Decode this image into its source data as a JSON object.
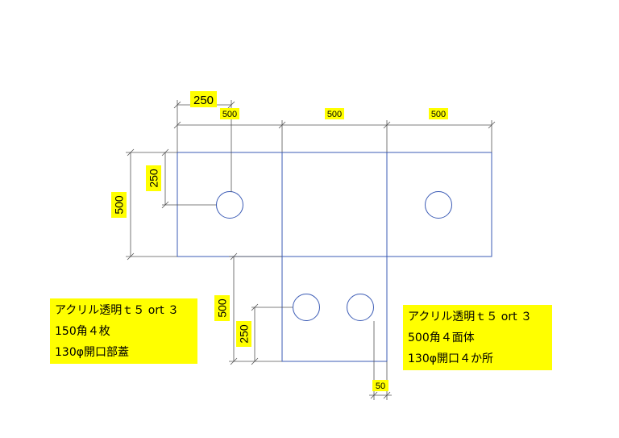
{
  "colors": {
    "outline": "#3b5bb5",
    "dimension_line": "#555555",
    "label_background": "#ffff00"
  },
  "dimensions": {
    "top_offset": "250",
    "top_span_1": "500",
    "top_span_2": "500",
    "top_span_3": "500",
    "left_height": "500",
    "left_offset": "250",
    "lower_height": "500",
    "lower_offset": "250",
    "lower_gap": "50"
  },
  "notes": {
    "left": {
      "line1": "アクリル透明ｔ５ ort ３",
      "line2": "150角４枚",
      "line3": "130φ開口部蓋"
    },
    "right": {
      "line1": "アクリル透明ｔ５ ort ３",
      "line2": "500角４面体",
      "line3": "130φ開口４か所"
    }
  }
}
